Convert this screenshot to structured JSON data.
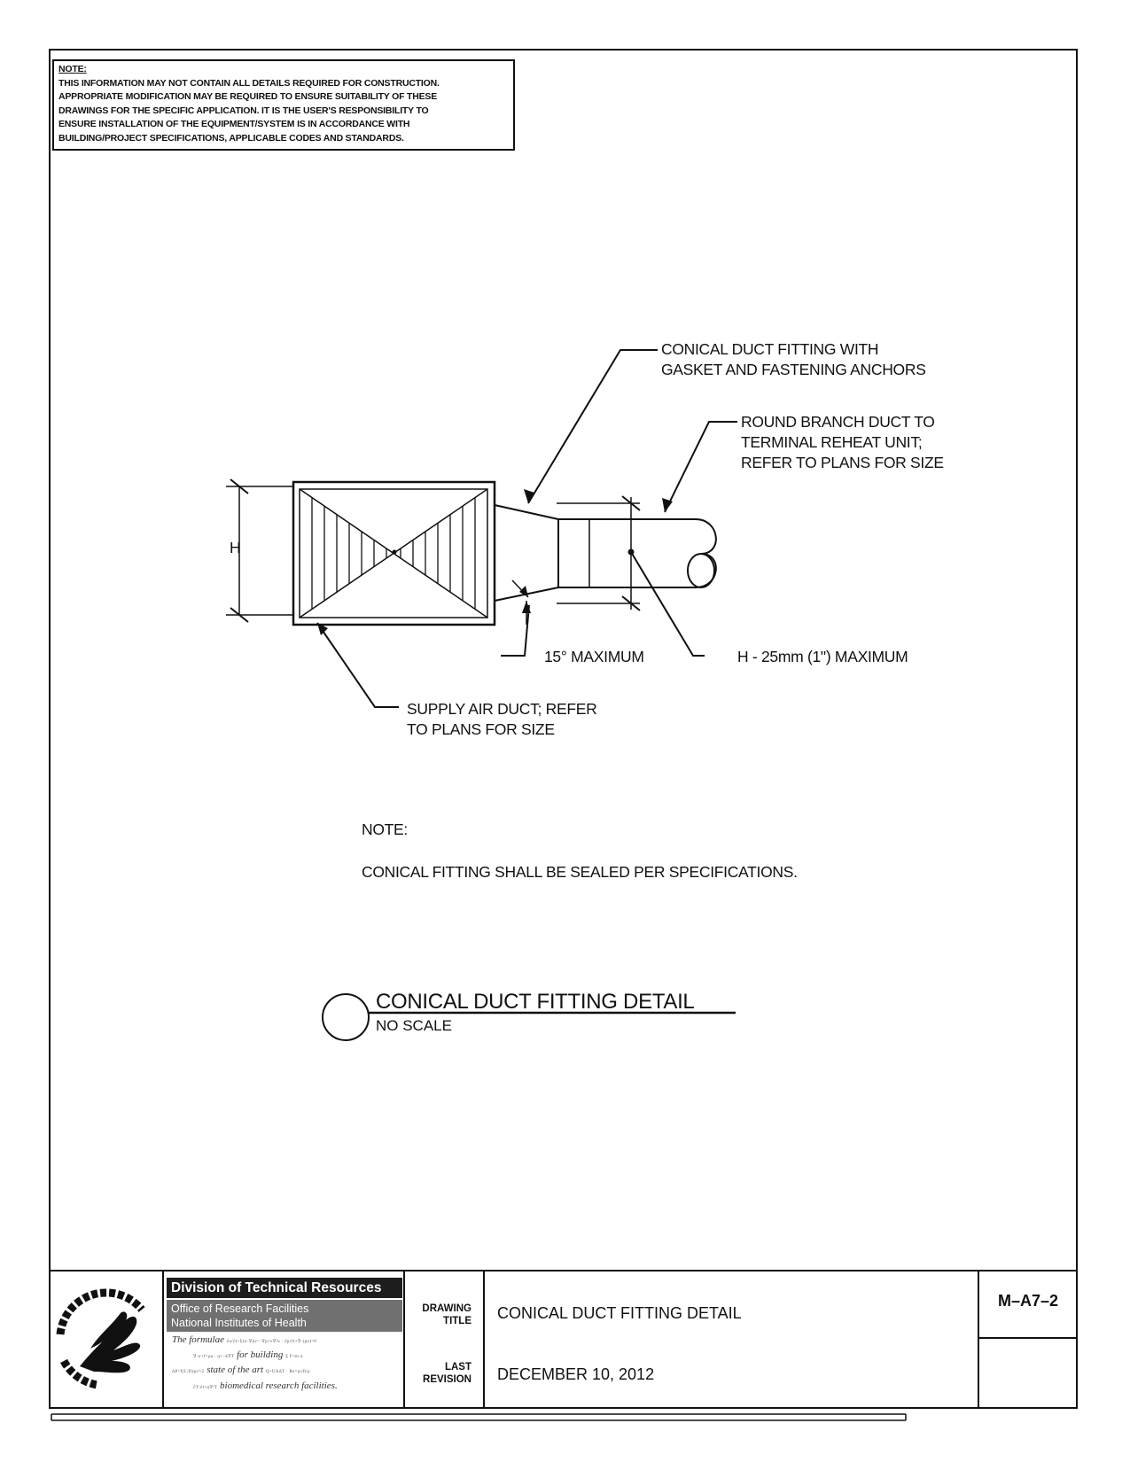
{
  "disclaimer": {
    "heading": "NOTE:",
    "lines": [
      "THIS INFORMATION MAY NOT CONTAIN ALL DETAILS REQUIRED FOR CONSTRUCTION.",
      "APPROPRIATE MODIFICATION MAY BE REQUIRED TO ENSURE SUITABILITY OF THESE",
      "DRAWINGS FOR THE SPECIFIC APPLICATION.  IT IS THE USER'S RESPONSIBILITY TO",
      "ENSURE INSTALLATION OF THE EQUIPMENT/SYSTEM IS IN ACCORDANCE WITH",
      "BUILDING/PROJECT SPECIFICATIONS, APPLICABLE CODES AND STANDARDS."
    ]
  },
  "callouts": {
    "conical_fitting": [
      "CONICAL DUCT FITTING WITH",
      "GASKET AND FASTENING ANCHORS"
    ],
    "round_branch": [
      "ROUND BRANCH DUCT TO",
      "TERMINAL REHEAT UNIT;",
      "REFER TO PLANS FOR SIZE"
    ],
    "angle": "15° MAXIMUM",
    "offset": "H - 25mm (1\") MAXIMUM",
    "supply_duct": [
      "SUPPLY AIR DUCT; REFER",
      "TO PLANS FOR SIZE"
    ],
    "height_dim": "H"
  },
  "note": {
    "heading": "NOTE:",
    "text": "CONICAL FITTING SHALL BE SEALED PER SPECIFICATIONS."
  },
  "detail_title": {
    "title": "CONICAL DUCT FITTING DETAIL",
    "scale": "NO SCALE"
  },
  "title_block": {
    "org_title": "Division of Technical Resources",
    "org_sub1": "Office of Research Facilities",
    "org_sub2": "National Institutes of Health",
    "formula_text1": "The formulae",
    "formula_text2": "for building",
    "formula_text3": "state of the art",
    "formula_text4": "biomedical research facilities.",
    "drawing_title_label1": "DRAWING",
    "drawing_title_label2": "TITLE",
    "drawing_title": "CONICAL DUCT FITTING DETAIL",
    "last_revision_label1": "LAST",
    "last_revision_label2": "REVISION",
    "last_revision": "DECEMBER 10, 2012",
    "sheet_number": "M–A7–2"
  },
  "colors": {
    "line": "#111111",
    "dtr_header": "#1d1d1d",
    "dtr_sub": "#707070"
  },
  "icons": {
    "logo": "hhs-eagle-seal-icon"
  }
}
